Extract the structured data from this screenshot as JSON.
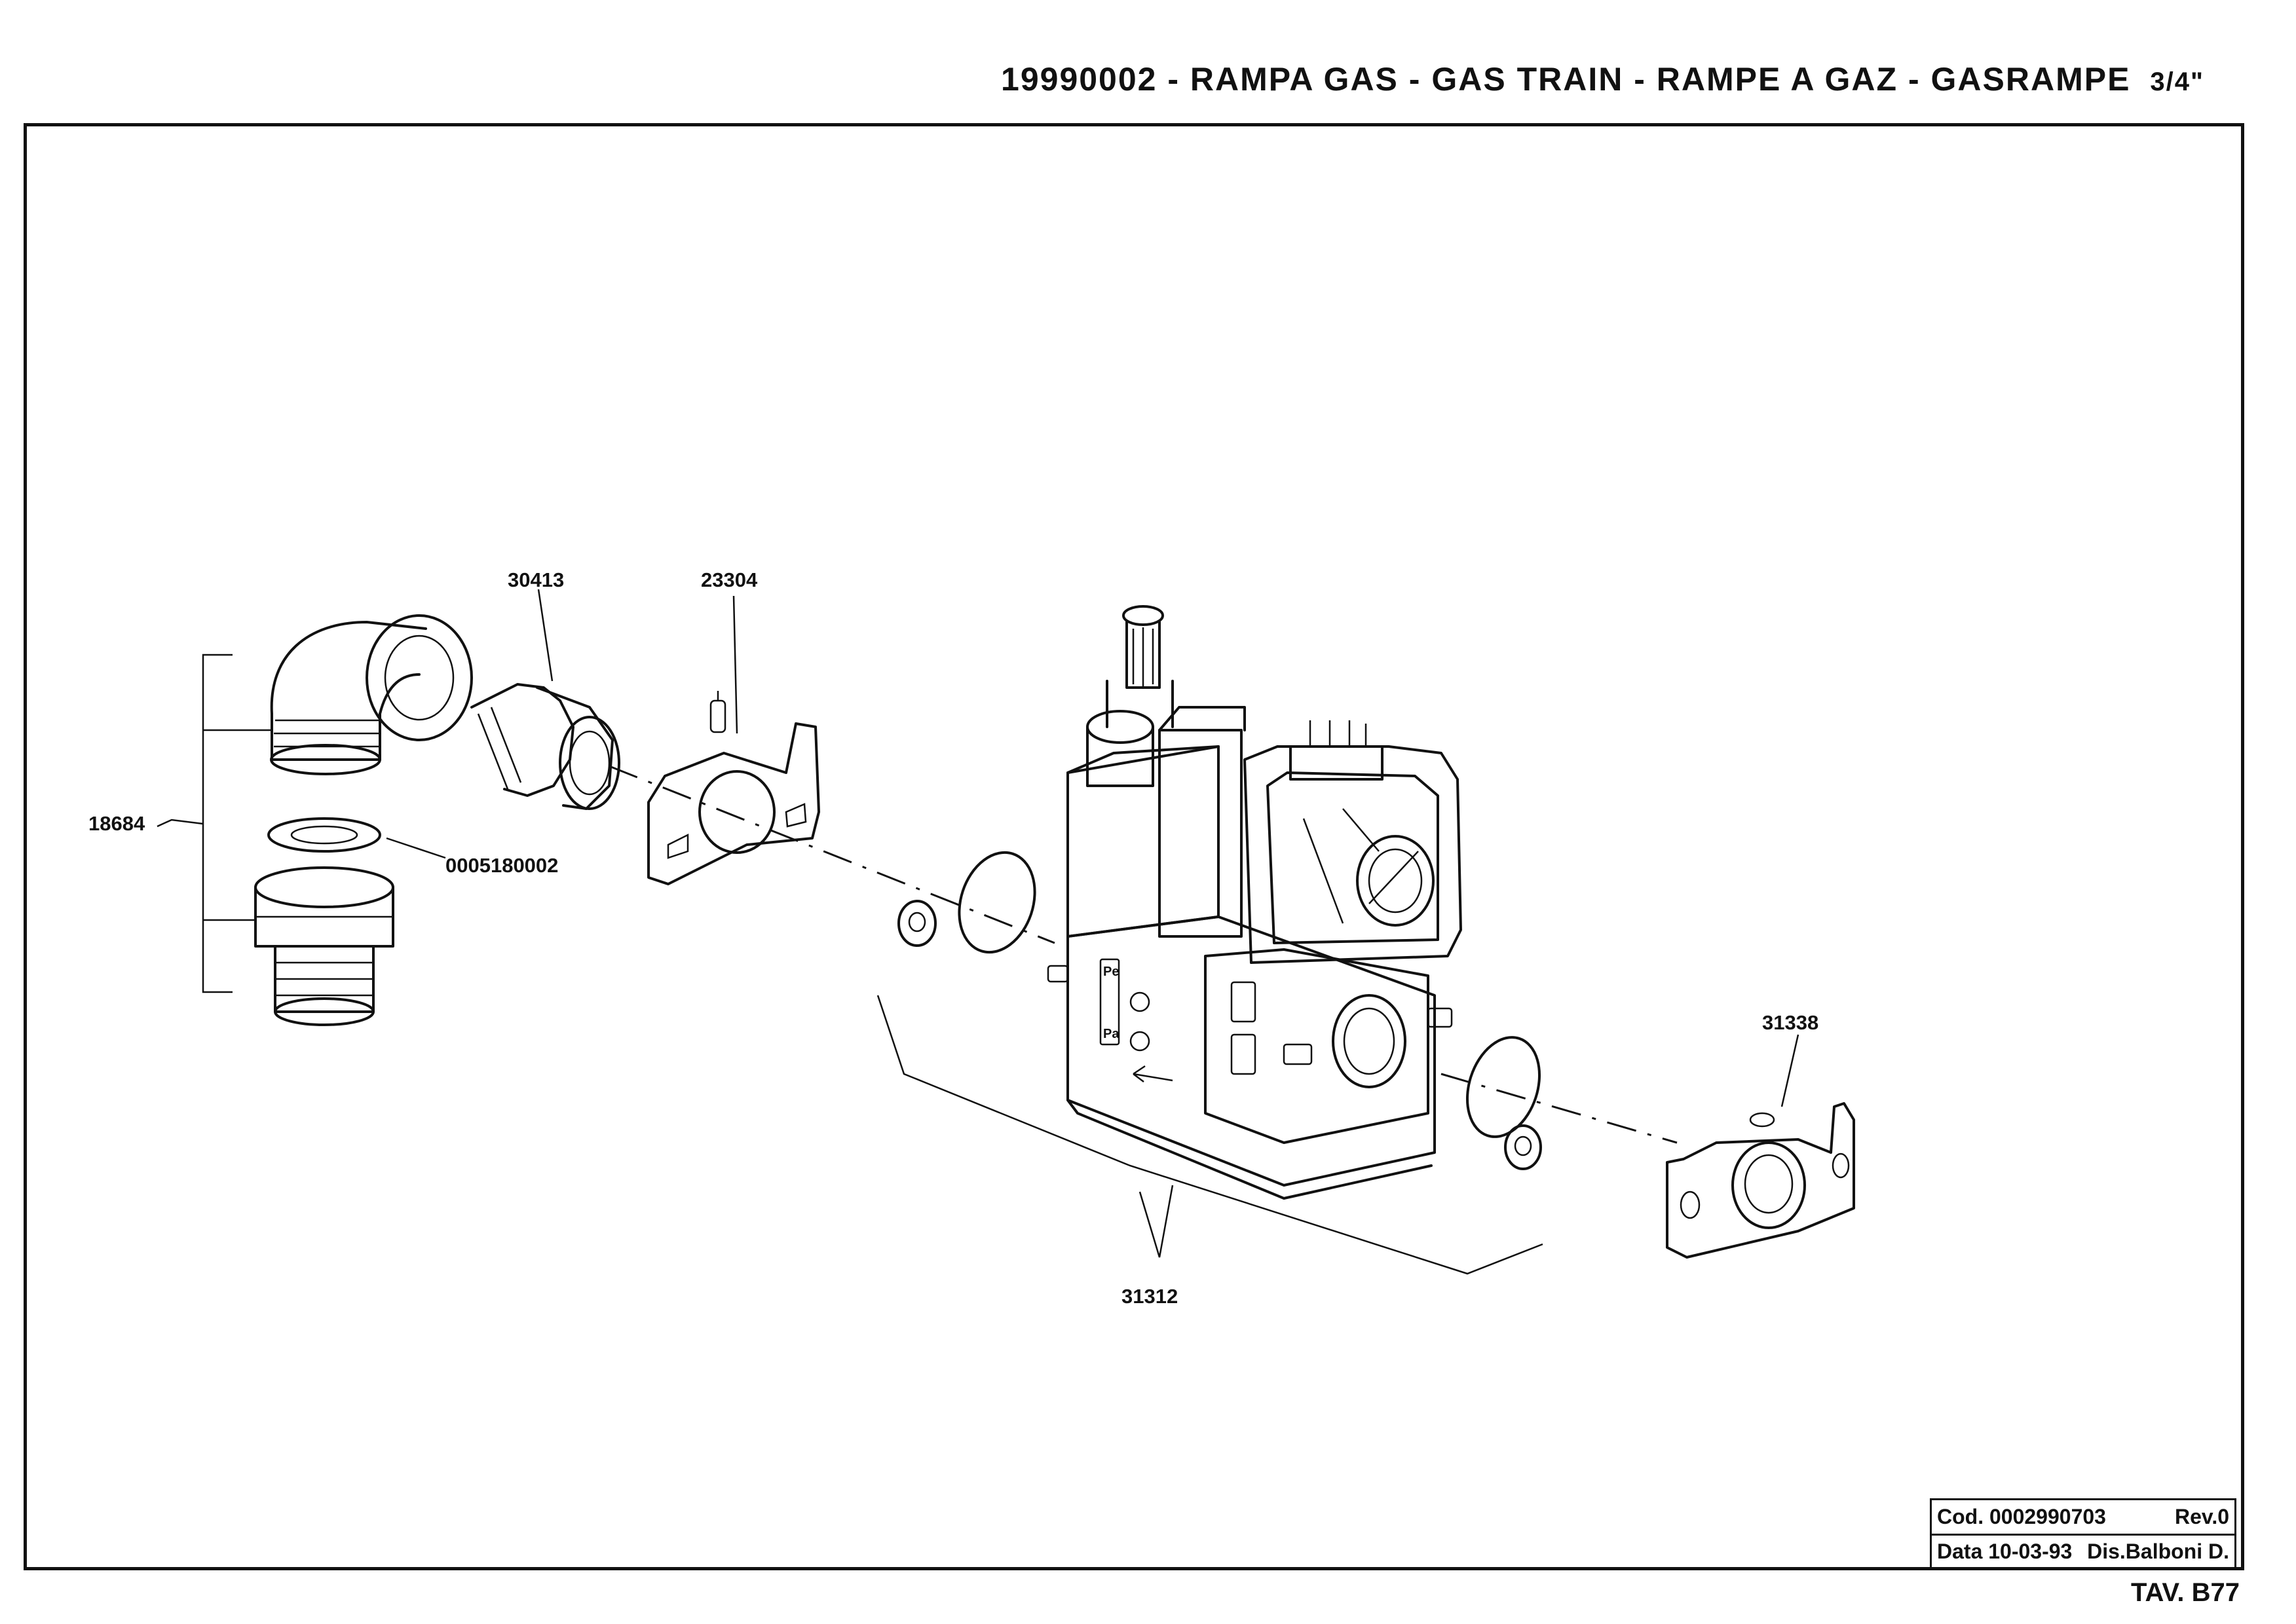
{
  "sheet": {
    "title": "19990002 - RAMPA  GAS - GAS  TRAIN - RAMPE  A  GAZ - GASRAMPE",
    "size": "3/4\"",
    "sheet_number": "TAV. B77"
  },
  "title_block": {
    "code_label": "Cod.",
    "code_value": "0002990703",
    "rev": "Rev.0",
    "date_label": "Data",
    "date_value": "10-03-93",
    "drawn_by": "Dis.Balboni D."
  },
  "callouts": {
    "c30413": "30413",
    "c23304": "23304",
    "c18684": "18684",
    "c0005180002": "0005180002",
    "c31338": "31338",
    "c31312": "31312"
  },
  "valve_marks": {
    "pe": "Pe",
    "pa": "Pa"
  }
}
